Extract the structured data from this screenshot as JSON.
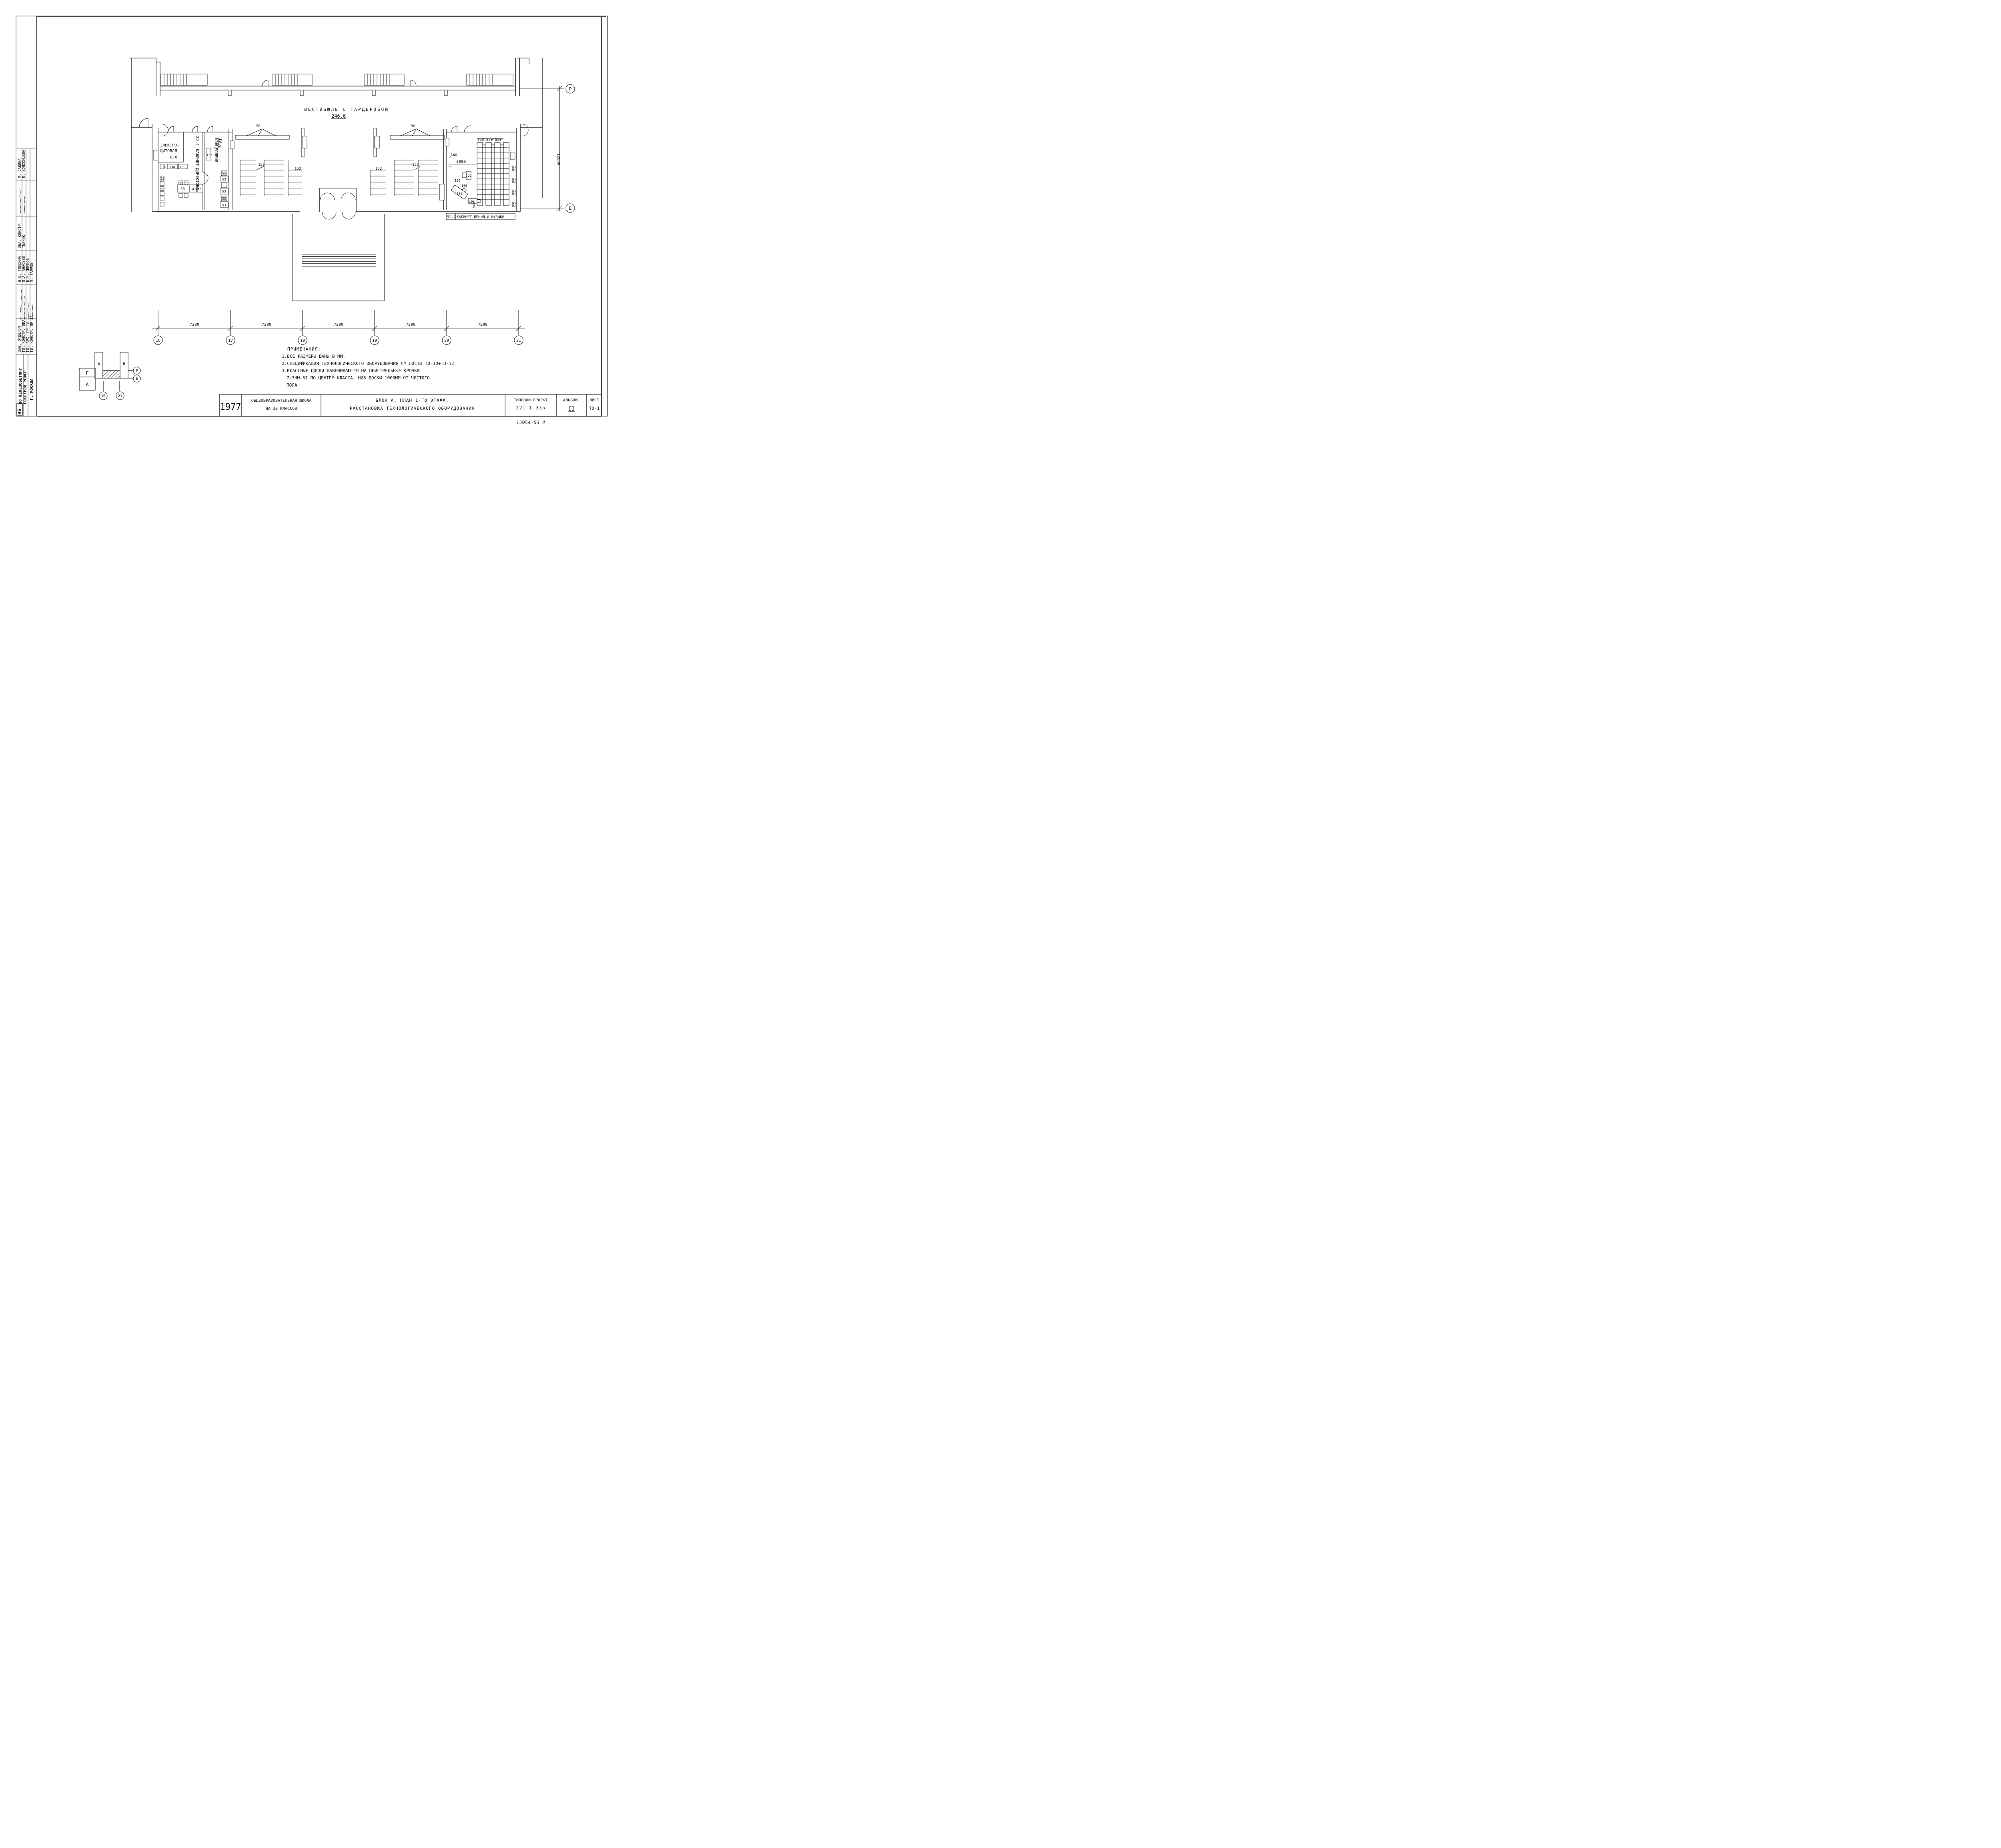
{
  "plan": {
    "lobby": {
      "name": "ВЕСТИБЮЛЬ С ГАРДЕРОБОМ",
      "area": "246.6"
    },
    "elec": {
      "name1": "ЭЛЕКТРО-",
      "name2": "ЩИТОВАЯ",
      "area": "8.0"
    },
    "director": {
      "name": "КАБИНЕТ ДИРЕКТОРА",
      "area": "25.4"
    },
    "office": {
      "name": "КАНЦЕЛЯРИЯ",
      "area": "19.0"
    },
    "music": {
      "area": "52.7",
      "name": "КАБИНЕТ ПЕНИЯ И МУЗЫКИ"
    },
    "equip": {
      "e56": "56",
      "e152": "152",
      "e151": "151",
      "e138": "138",
      "e139": "139",
      "e55": "55",
      "e53": "53",
      "e147": "147",
      "e150": "150",
      "e135": "135",
      "e140": "140",
      "e50": "50",
      "e3000": "3000",
      "e125": "125",
      "e122": "122",
      "e155": "155",
      "e154": "154",
      "e149": "149",
      "e500": "500",
      "e850": "850",
      "e24": "24"
    },
    "dim_vertical": "12000"
  },
  "grid": {
    "axes_vertical": [
      "16",
      "17",
      "18",
      "19",
      "20",
      "21"
    ],
    "spacing": [
      "7200",
      "7200",
      "7200",
      "7200",
      "7200"
    ],
    "axis_p": "Р",
    "axis_e": "Е"
  },
  "notes": {
    "heading": "ПРИМЕЧАНИЯ:",
    "n1": "1.ВСЕ РАЗМЕРЫ ДАНЫ В ММ.",
    "n2": "2.СПЕЦИФИКАЦИЯ ТЕХНОЛОГИЧЕСКОГО ОБОРУДОВАНИЯ СМ ЛИСТЫ ТО-10÷ТО-12",
    "n3a": "3.КЛАССНЫЕ ДОСКИ НАВЕШИВАЮТСЯ НА ПРИСТРЕЛЬНЫЕ КРЮЧКИ",
    "n3b": "7-ЗНМ-31 ПО ЦЕНТРУ КЛАССА, НИЗ ДОСКИ 1000ММ ОТ ЧИСТОГО",
    "n3c": "ПОЛА"
  },
  "keyplan": {
    "blocks": [
      "Г",
      "Б",
      "В",
      "А"
    ],
    "axes": [
      "Р",
      "Е"
    ],
    "grid": [
      "16",
      "21"
    ]
  },
  "side_stamp": {
    "org1": "ПО ЖЕЛЕЗОБЕТОНУ",
    "org2": "ГОССТРОЯ РСФСР",
    "org3": "Г. МОСКВА",
    "roles": [
      "ЗАВ. ОТДЕЛОМ",
      "ГЛ. КОНСТР.-ОПА.",
      "ГЛ. АРХ. ПР-ТА",
      "ГЛ. КОНСТР. ПР-ТА"
    ],
    "names": [
      "Н.Б. ГОЛДИНА",
      "П.А. АНАСЬЕВ",
      "Е.Ч. ПЛЯКОВ",
      "М. ТАРРОВ"
    ],
    "roles2": [
      "ЗЕА. КОНСТР.",
      "ТЕХНИК"
    ],
    "names2": [
      "М. САВИНА",
      "Л. ВОЛХОНЦЕВА"
    ]
  },
  "title_block": {
    "year": "1977",
    "school1": "ОБЩЕОБРАЗОВАТЕЛЬНАЯ ШКОЛА",
    "school2": "НА 30 КЛАССОВ",
    "title1": "БЛОК А. ПЛАН 1-ГО ЭТАЖА.",
    "title2": "РАССТАНОВКА ТЕХНОЛОГИЧЕСКОГО ОБОРУДОВАНИЯ",
    "proj_label": "ТИПОВОЙ ПРОЕКТ",
    "proj_num": "221-1-335",
    "album_label": "АЛЬБОМ.",
    "album_num": "II",
    "sheet_label": "ЛИСТ",
    "sheet_num": "ТО-1"
  },
  "stamp_logo": "НБ",
  "footer_code": "15954-03  4"
}
